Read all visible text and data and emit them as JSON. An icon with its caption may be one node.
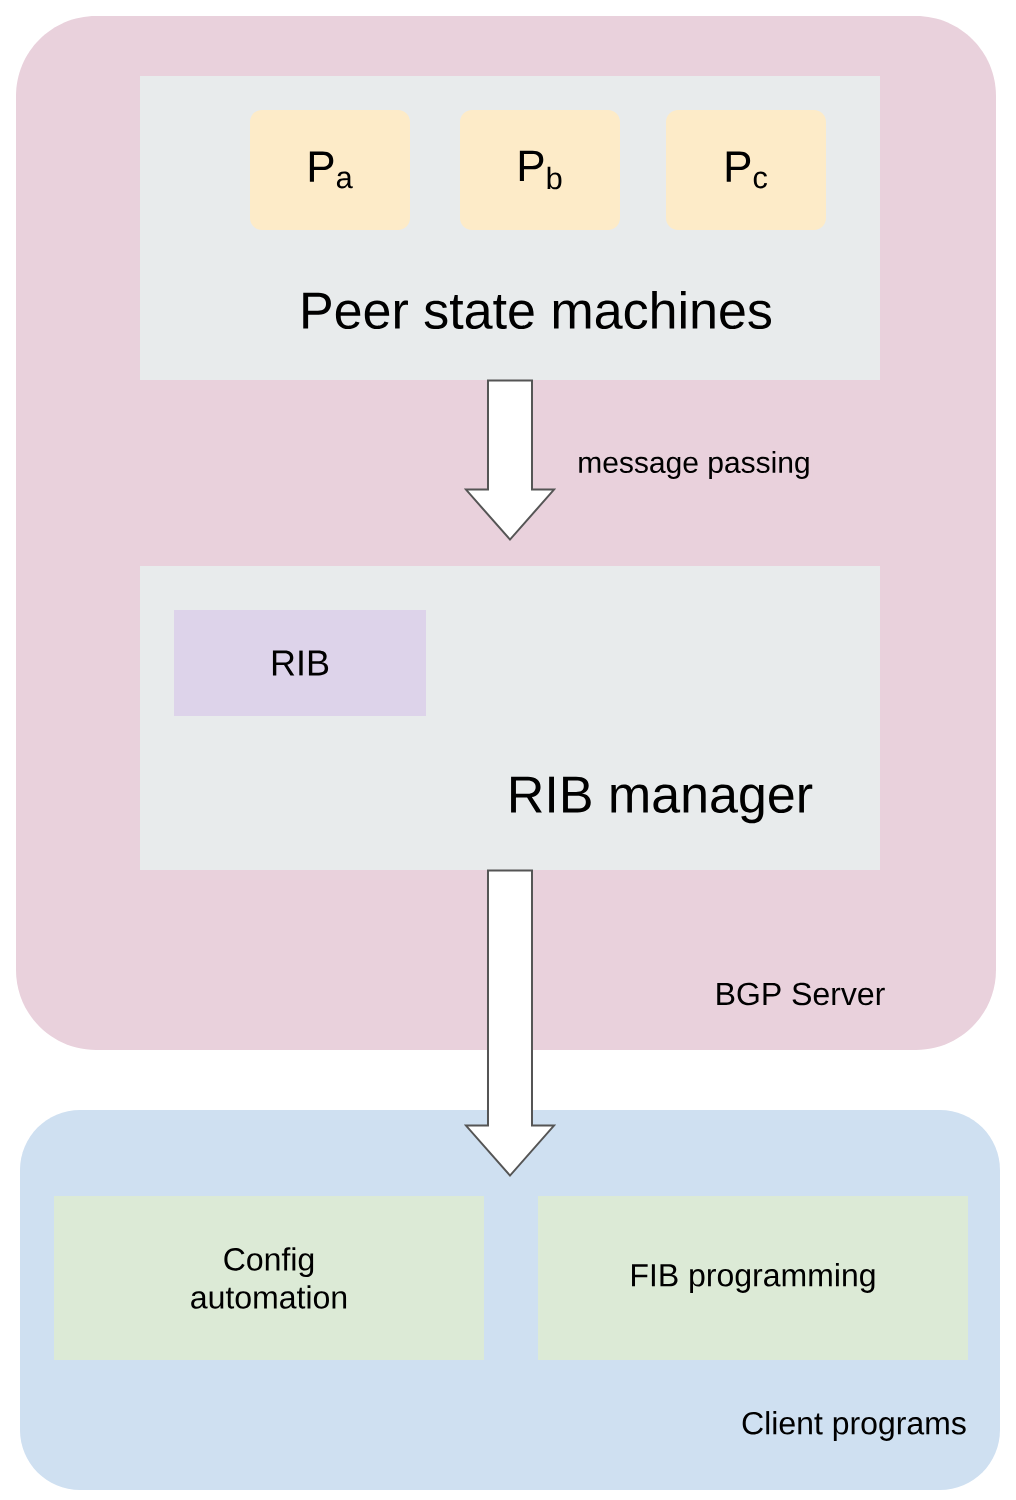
{
  "diagram": {
    "nodes": [
      {
        "text": [
          "BGP Server"
        ]
      },
      {
        "text": [
          "Peer state machines"
        ],
        "in": 0
      },
      {
        "text": [
          "P$_{a}$"
        ],
        "in": 1
      },
      {
        "text": [
          "P$_{b}$"
        ],
        "in": 1
      },
      {
        "text": [
          "P$_{c}$"
        ],
        "in": 1
      },
      {
        "text": [
          "RIB manager"
        ],
        "in": 0
      },
      {
        "text": [
          "RIB"
        ],
        "in": 5
      },
      {
        "text": [
          "Client programs"
        ]
      },
      {
        "text": [
          "Config automation"
        ],
        "in": 7
      },
      {
        "text": [
          "FIB programming"
        ],
        "in": 7
      }
    ],
    "edges": [
      {
        "from": 1,
        "to": 5,
        "arrow": "to",
        "label": "message passing"
      },
      {
        "from": 5,
        "to": 7,
        "arrow": "to"
      }
    ]
  }
}
